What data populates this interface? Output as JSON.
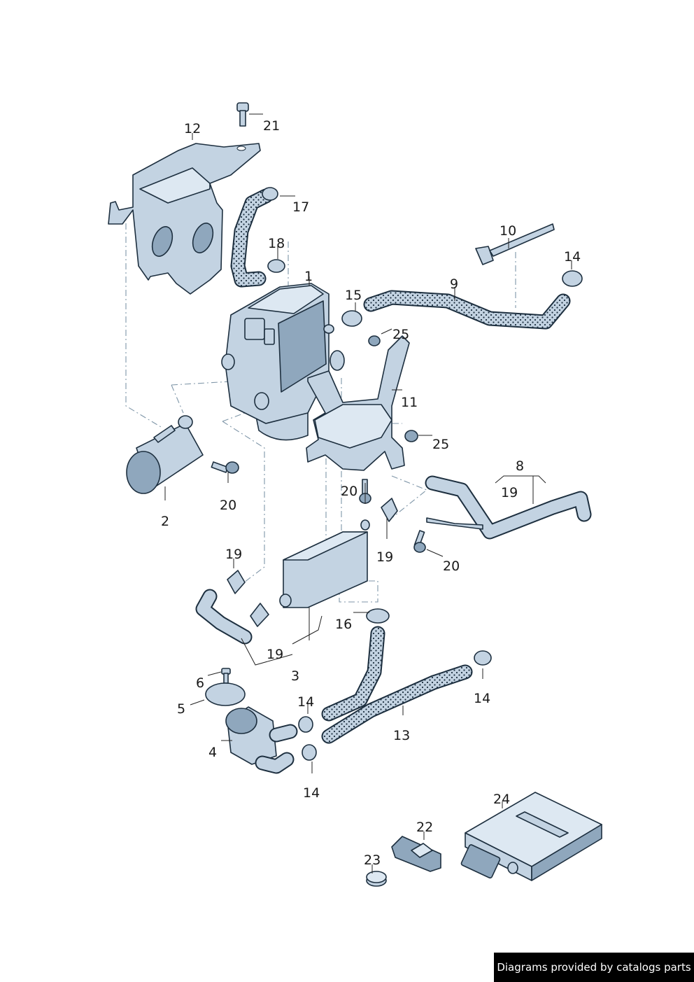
{
  "callouts": {
    "c1": "1",
    "c2": "2",
    "c3": "3",
    "c4": "4",
    "c5": "5",
    "c6": "6",
    "c8": "8",
    "c9": "9",
    "c10": "10",
    "c11": "11",
    "c12": "12",
    "c13": "13",
    "c14a": "14",
    "c14b": "14",
    "c14c": "14",
    "c14d": "14",
    "c15": "15",
    "c16": "16",
    "c17": "17",
    "c18": "18",
    "c19a": "19",
    "c19b": "19",
    "c19c": "19",
    "c19d": "19",
    "c20a": "20",
    "c20b": "20",
    "c20c": "20",
    "c21": "21",
    "c22": "22",
    "c23": "23",
    "c24": "24",
    "c25a": "25",
    "c25b": "25"
  },
  "footer": {
    "text": "Diagrams provided by catalogs parts"
  },
  "colors": {
    "part_fill": "#c3d3e2",
    "outline": "#1d2f3f",
    "dash_line": "#7f96a8"
  }
}
